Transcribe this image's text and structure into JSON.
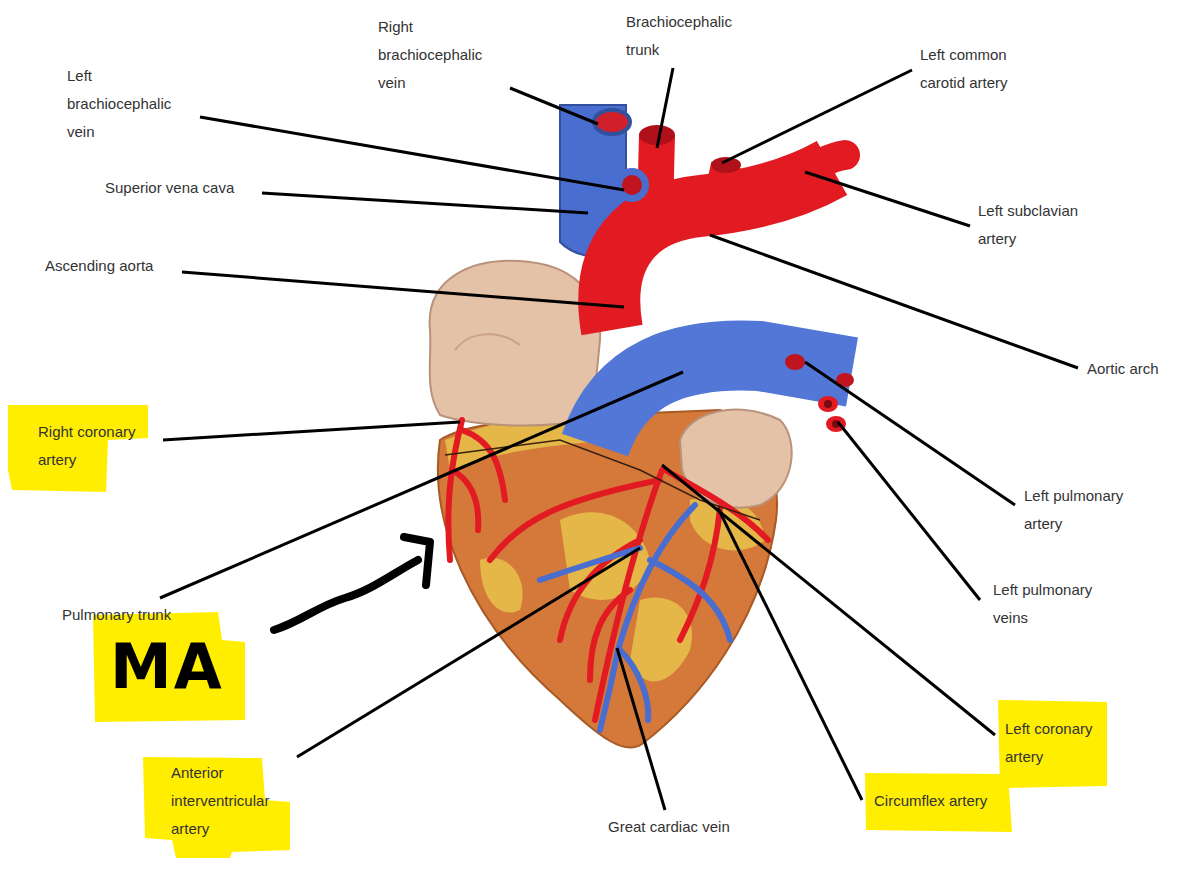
{
  "diagram": {
    "labels": [
      "Right brachiocephalic vein",
      "Brachiocephalic trunk",
      "Left common carotid artery",
      "Left brachiocephalic vein",
      "Superior vena cava",
      "Left subclavian artery",
      "Ascending aorta",
      "Aortic arch",
      "Right coronary artery",
      "Left pulmonary artery",
      "Pulmonary trunk",
      "MA",
      "Left pulmonary veins",
      "Anterior interventricular artery",
      "Left coronary artery",
      "Circumflex artery",
      "Great cardiac vein"
    ]
  }
}
